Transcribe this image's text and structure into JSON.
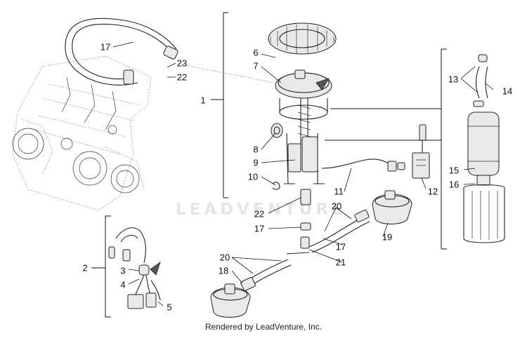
{
  "diagram": {
    "watermark": "LEADVENTURE",
    "footer": "Rendered by LeadVenture, Inc.",
    "callouts": [
      {
        "id": "c1",
        "label": "1"
      },
      {
        "id": "c2",
        "label": "2"
      },
      {
        "id": "c3",
        "label": "3"
      },
      {
        "id": "c4",
        "label": "4"
      },
      {
        "id": "c5",
        "label": "5"
      },
      {
        "id": "c6",
        "label": "6"
      },
      {
        "id": "c7",
        "label": "7"
      },
      {
        "id": "c8",
        "label": "8"
      },
      {
        "id": "c9",
        "label": "9"
      },
      {
        "id": "c10",
        "label": "10"
      },
      {
        "id": "c11",
        "label": "11"
      },
      {
        "id": "c12",
        "label": "12"
      },
      {
        "id": "c13",
        "label": "13"
      },
      {
        "id": "c14",
        "label": "14"
      },
      {
        "id": "c15",
        "label": "15"
      },
      {
        "id": "c16",
        "label": "16"
      },
      {
        "id": "c17a",
        "label": "17"
      },
      {
        "id": "c17b",
        "label": "17"
      },
      {
        "id": "c17c",
        "label": "17"
      },
      {
        "id": "c18",
        "label": "18"
      },
      {
        "id": "c19",
        "label": "19"
      },
      {
        "id": "c20a",
        "label": "20"
      },
      {
        "id": "c20b",
        "label": "20"
      },
      {
        "id": "c21",
        "label": "21"
      },
      {
        "id": "c22a",
        "label": "22"
      },
      {
        "id": "c22b",
        "label": "22"
      },
      {
        "id": "c23",
        "label": "23"
      }
    ]
  }
}
